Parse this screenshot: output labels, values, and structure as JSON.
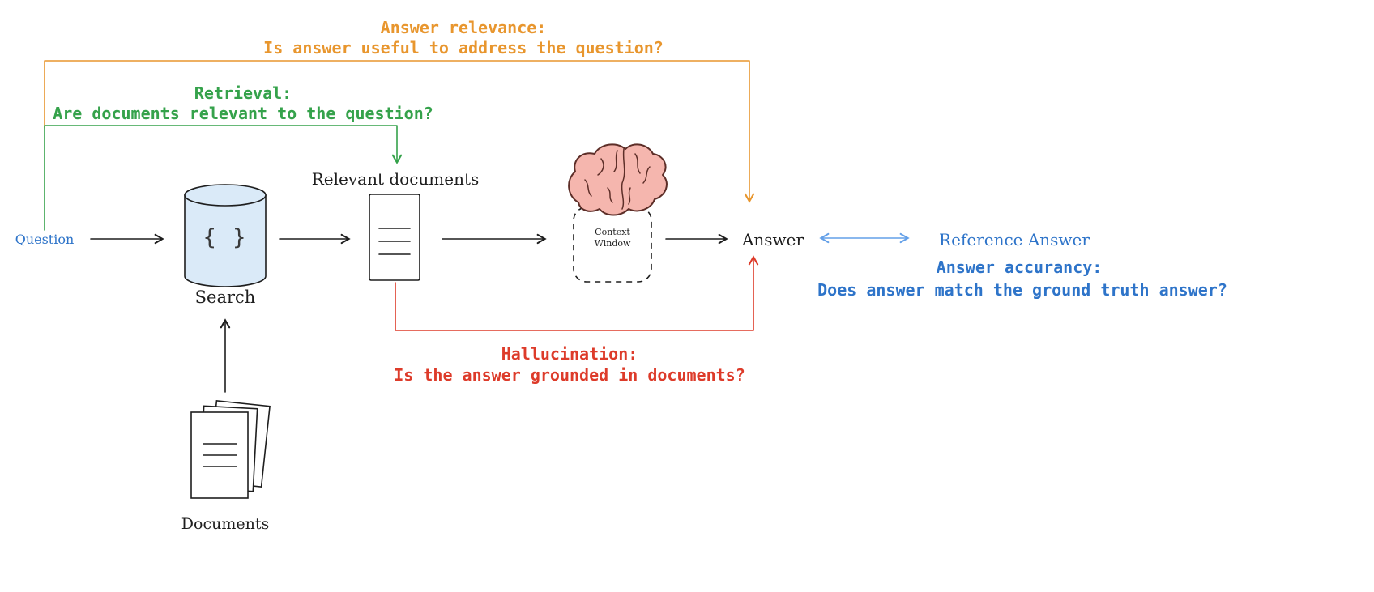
{
  "diagram": {
    "nodes": {
      "question": "Question",
      "search_braces": "{ }",
      "search": "Search",
      "relevant_documents": "Relevant documents",
      "context_window_line1": "Context",
      "context_window_line2": "Window",
      "answer": "Answer",
      "reference_answer": "Reference Answer",
      "documents": "Documents"
    },
    "annotations": {
      "answer_relevance": {
        "title": "Answer relevance:",
        "question": "Is answer useful to address the question?"
      },
      "retrieval": {
        "title": "Retrieval:",
        "question": "Are documents relevant to the question?"
      },
      "hallucination": {
        "title": "Hallucination:",
        "question": "Is the answer grounded in documents?"
      },
      "answer_accuracy": {
        "title": "Answer accurancy:",
        "question": "Does answer match the ground truth answer?"
      }
    },
    "colors": {
      "ink": "#1e1e1e",
      "blue": "#2e74c9",
      "arrow_blue": "#64a0e8",
      "orange": "#e8962e",
      "green": "#35a24b",
      "red": "#dd3b2a",
      "cylinder_fill": "#daeaf8",
      "brain_fill": "#f5b6ae",
      "brain_stroke": "#5d2e28"
    }
  }
}
